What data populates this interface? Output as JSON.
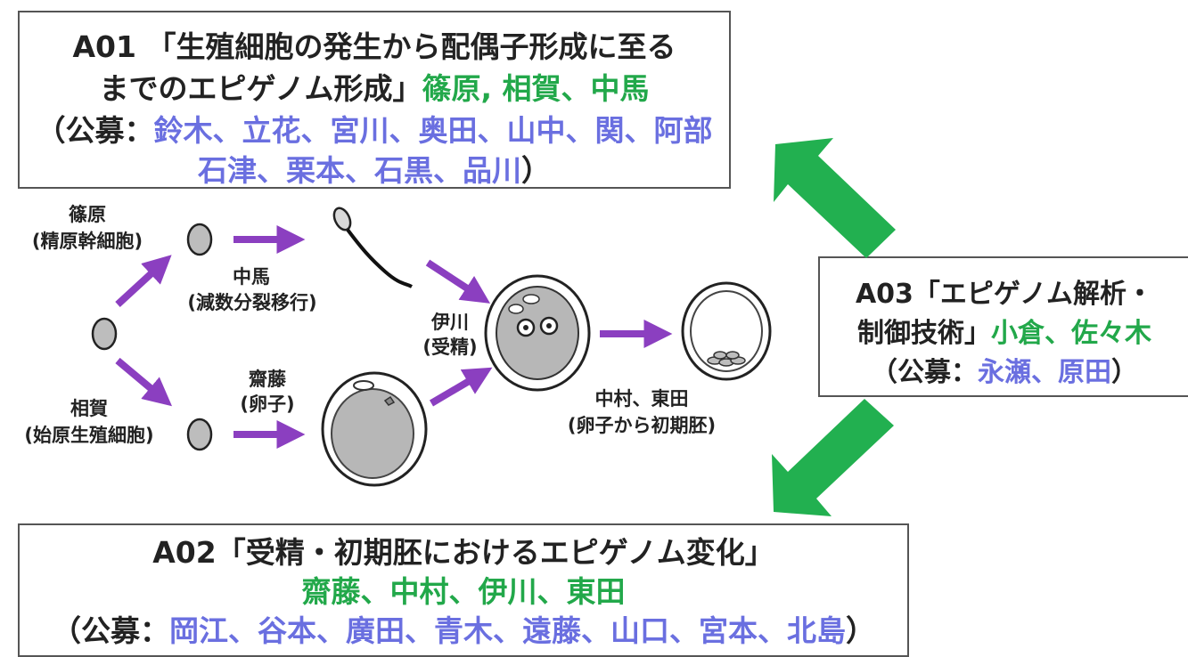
{
  "a01": {
    "code": "A01",
    "title_part1": "「生殖細胞の発生から配偶子形成に至る",
    "title_part2": "までのエピゲノム形成」",
    "leaders": "篠原, 相賀、中馬",
    "public_prefix": "（公募：",
    "public_names_1": "鈴木、立花、宮川、奥田、山中、関、阿部",
    "public_names_2": "石津、栗本、石黒、品川",
    "public_suffix": "）"
  },
  "a02": {
    "code": "A02",
    "title": "「受精・初期胚におけるエピゲノム変化」",
    "leaders": "齋藤、中村、伊川、東田",
    "public_prefix": "（公募：",
    "public_names": "岡江、谷本、廣田、青木、遠藤、山口、宮本、北島",
    "public_suffix": "）"
  },
  "a03": {
    "code": "A03",
    "title_part1": "「エピゲノム解析・",
    "title_part2": "制御技術」",
    "leaders": "小倉、佐々木",
    "public_prefix": "（公募：",
    "public_names": "永瀬、原田",
    "public_suffix": "）"
  },
  "labels": {
    "shinohara": "篠原",
    "shinohara_sub": "(精原幹細胞)",
    "chuma": "中馬",
    "chuma_sub": "(減数分裂移行)",
    "aiga": "相賀",
    "aiga_sub": "(始原生殖細胞)",
    "saito": "齋藤",
    "saito_sub": "(卵子)",
    "ikawa": "伊川",
    "ikawa_sub": "(受精)",
    "nakamura": "中村、東田",
    "nakamura_sub": "(卵子から初期胚)"
  },
  "colors": {
    "arrow_purple": "#8b3fc0",
    "arrow_green": "#22b050",
    "leader_green": "#22a84a",
    "public_blue": "#6a6fe0",
    "cell_gray": "#bdbdbd"
  }
}
